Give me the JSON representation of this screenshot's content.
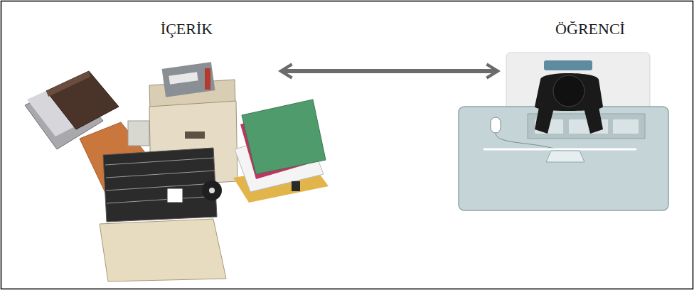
{
  "diagram": {
    "nodes": [
      {
        "text": [
          "İÇERİK"
        ]
      },
      {
        "text": [
          "ÖĞRENCİ"
        ]
      }
    ],
    "edges": [
      {
        "from": 0,
        "to": 1,
        "arrow": "both"
      }
    ]
  }
}
